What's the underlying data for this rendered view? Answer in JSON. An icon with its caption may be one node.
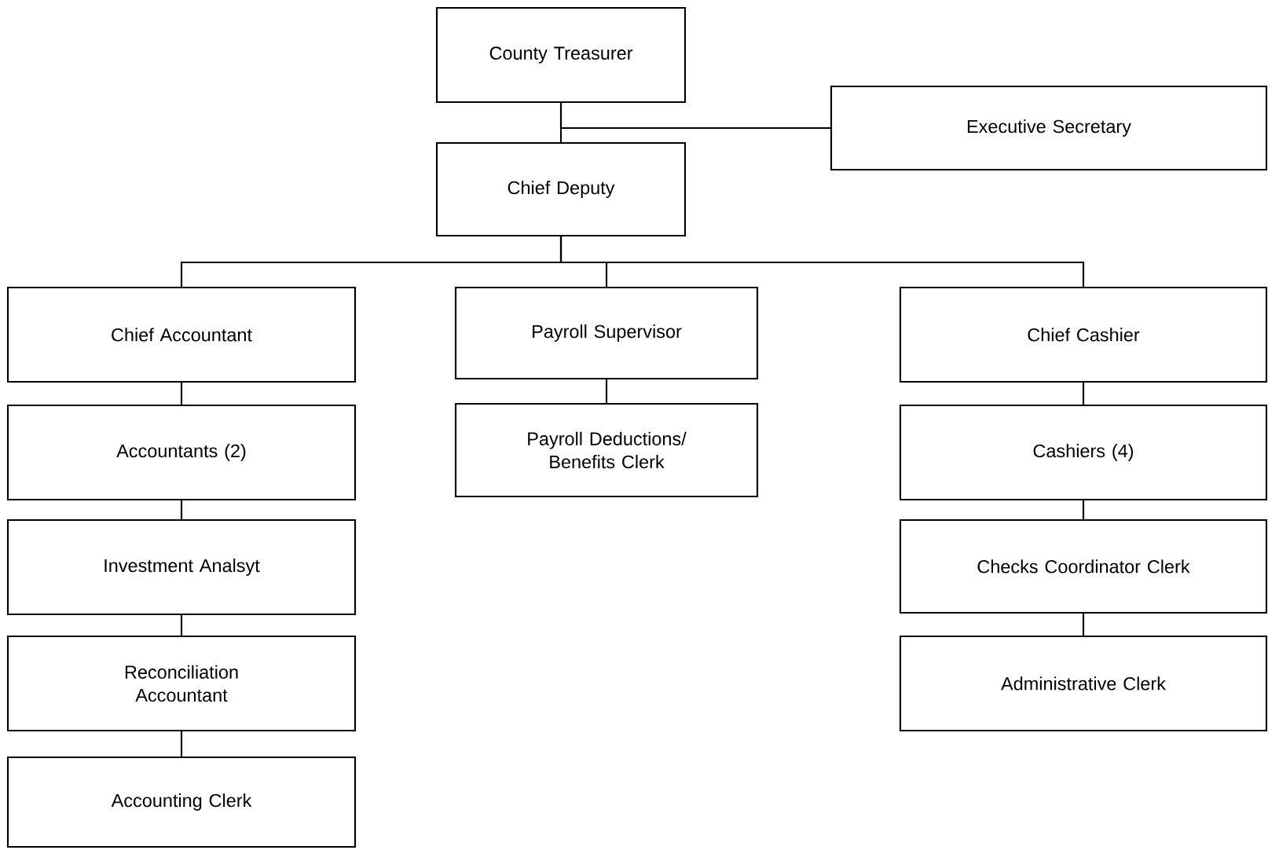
{
  "diagram": {
    "nodes": [
      {
        "text": [
          "County Treasurer"
        ]
      },
      {
        "text": [
          "Executive Secretary"
        ]
      },
      {
        "text": [
          "Chief Deputy"
        ]
      },
      {
        "text": [
          "Chief Accountant"
        ]
      },
      {
        "text": [
          "Payroll Supervisor"
        ]
      },
      {
        "text": [
          "Chief Cashier"
        ]
      },
      {
        "text": [
          "Accountants (2)"
        ]
      },
      {
        "text": [
          "Investment Analsyt"
        ]
      },
      {
        "text": [
          "Reconciliation Accountant"
        ]
      },
      {
        "text": [
          "Accounting Clerk"
        ]
      },
      {
        "text": [
          "Payroll Deductions/ Benefits Clerk"
        ]
      },
      {
        "text": [
          "Cashiers (4)"
        ]
      },
      {
        "text": [
          "Checks Coordinator Clerk"
        ]
      },
      {
        "text": [
          "Administrative Clerk"
        ]
      }
    ],
    "edges": [
      {
        "from": 0,
        "to": 2,
        "arrow": "none"
      },
      {
        "from": 0,
        "to": 1,
        "arrow": "none"
      },
      {
        "from": 2,
        "to": 3,
        "arrow": "none"
      },
      {
        "from": 2,
        "to": 4,
        "arrow": "none"
      },
      {
        "from": 2,
        "to": 5,
        "arrow": "none"
      },
      {
        "from": 3,
        "to": 6,
        "arrow": "none"
      },
      {
        "from": 6,
        "to": 7,
        "arrow": "none"
      },
      {
        "from": 7,
        "to": 8,
        "arrow": "none"
      },
      {
        "from": 8,
        "to": 9,
        "arrow": "none"
      },
      {
        "from": 4,
        "to": 10,
        "arrow": "none"
      },
      {
        "from": 5,
        "to": 11,
        "arrow": "none"
      },
      {
        "from": 11,
        "to": 12,
        "arrow": "none"
      },
      {
        "from": 12,
        "to": 13,
        "arrow": "none"
      }
    ]
  }
}
